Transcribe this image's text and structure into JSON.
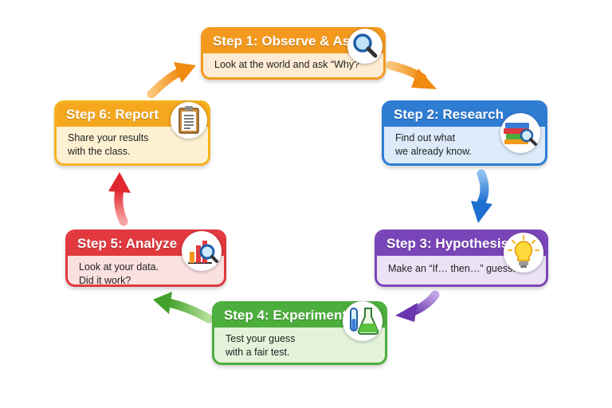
{
  "colors": {
    "orange": "#F39A1E",
    "blue": "#2F7CD3",
    "purple": "#7A45B8",
    "green": "#4CAE3C",
    "red": "#E2393F",
    "yellow": "#F5B21E"
  },
  "steps": [
    {
      "title": "Step 1: Observe & Ask",
      "lines": [
        "Look at the world and ask “Why?”"
      ],
      "icon": "magnifier-icon"
    },
    {
      "title": "Step 2: Research",
      "lines": [
        "Find out what",
        "we already know."
      ],
      "icon": "books-magnifier-icon"
    },
    {
      "title": "Step 3: Hypothesis",
      "lines": [
        "Make an “If… then…” guess."
      ],
      "icon": "lightbulb-icon"
    },
    {
      "title": "Step 4: Experiment",
      "lines": [
        "Test your guess",
        "with a fair test."
      ],
      "icon": "test-tube-flask-icon"
    },
    {
      "title": "Step 5: Analyze",
      "lines": [
        "Look at your data.",
        "Did it work?"
      ],
      "icon": "bar-chart-magnifier-icon"
    },
    {
      "title": "Step 6: Report",
      "lines": [
        "Share your results",
        "with the class."
      ],
      "icon": "clipboard-icon"
    }
  ]
}
